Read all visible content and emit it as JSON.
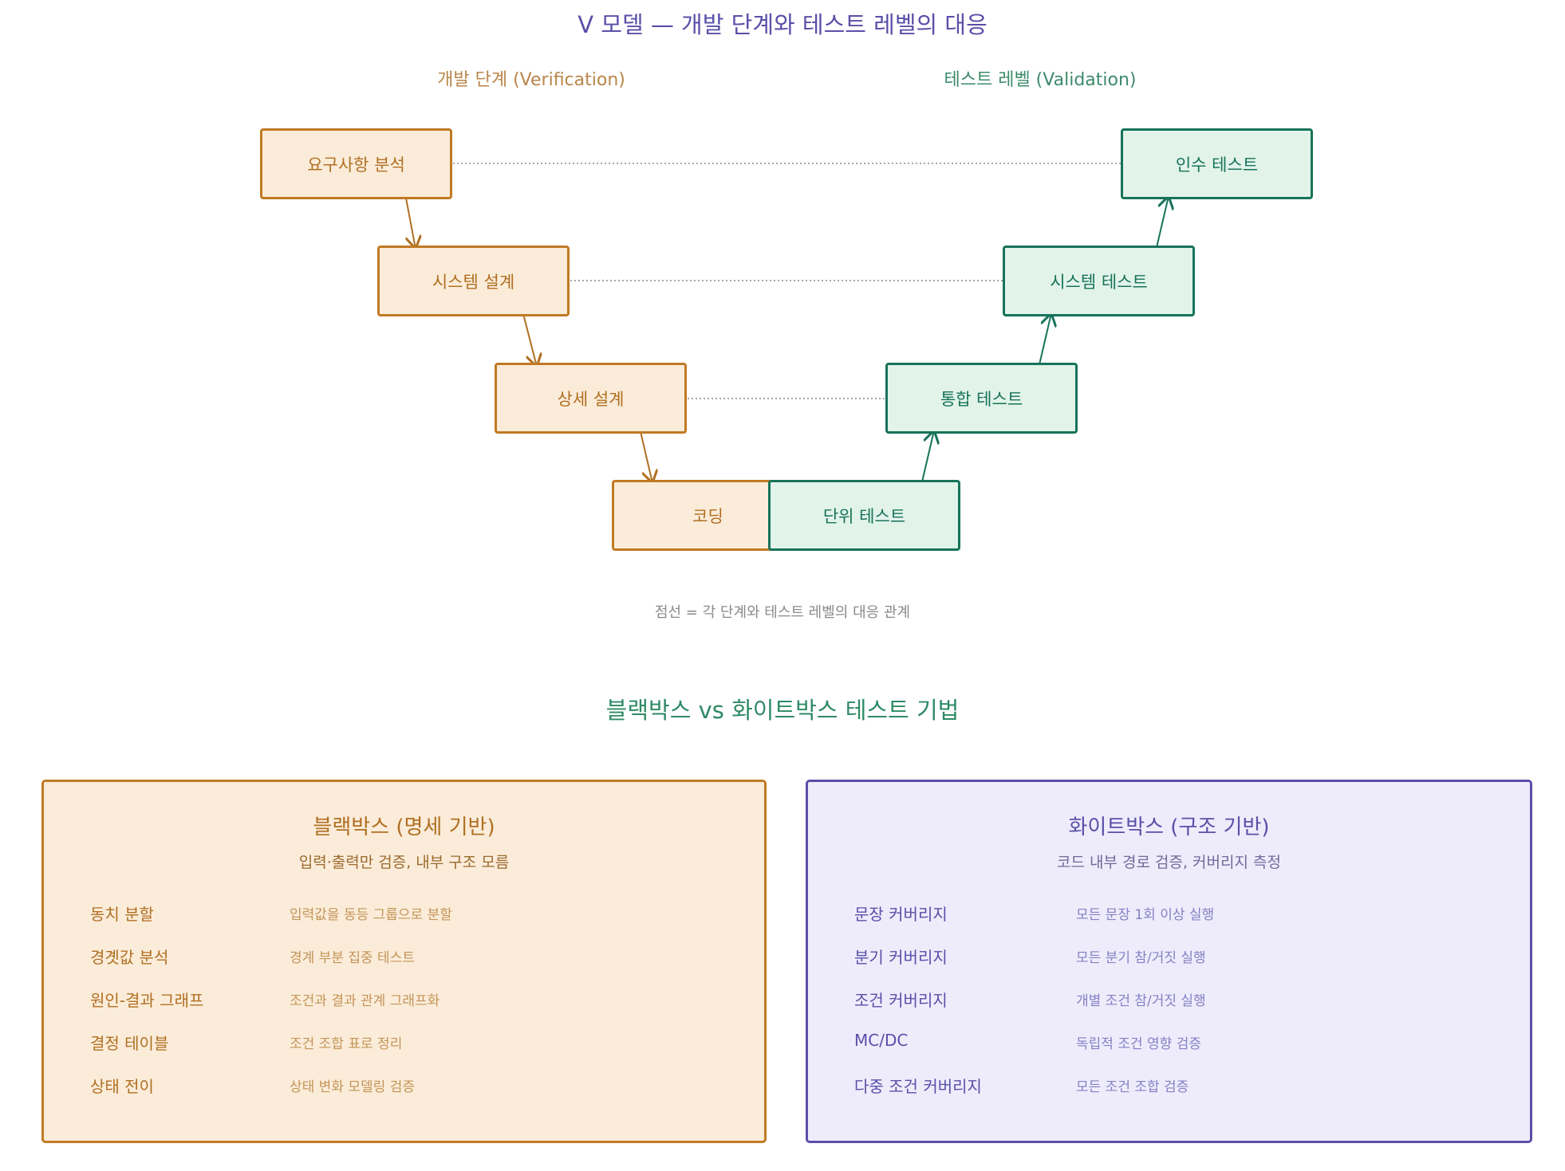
{
  "title": "V 모델 — 개발 단계와 테스트 레벨의 대응",
  "columns": {
    "dev": "개발 단계 (Verification)",
    "test": "테스트 레벨 (Validation)"
  },
  "dev_stages": [
    "요구사항 분석",
    "시스템 설계",
    "상세 설계",
    "코딩"
  ],
  "test_levels": [
    "인수 테스트",
    "시스템 테스트",
    "통합 테스트",
    "단위 테스트"
  ],
  "note": "점선 = 각 단계와 테스트 레벨의 대응 관계",
  "section_title": "블랙박스 vs 화이트박스 테스트 기법",
  "blackbox": {
    "title": "블랙박스 (명세 기반)",
    "subtitle": "입력·출력만 검증, 내부 구조 모름",
    "rows": [
      {
        "name": "동치 분할",
        "desc": "입력값을 동등 그룹으로 분할"
      },
      {
        "name": "경곗값 분석",
        "desc": "경계 부분 집중 테스트"
      },
      {
        "name": "원인-결과 그래프",
        "desc": "조건과 결과 관계 그래프화"
      },
      {
        "name": "결정 테이블",
        "desc": "조건 조합 표로 정리"
      },
      {
        "name": "상태 전이",
        "desc": "상태 변화 모델링 검증"
      }
    ]
  },
  "whitebox": {
    "title": "화이트박스 (구조 기반)",
    "subtitle": "코드 내부 경로 검증, 커버리지 측정",
    "rows": [
      {
        "name": "문장 커버리지",
        "desc": "모든 문장 1회 이상 실행"
      },
      {
        "name": "분기 커버리지",
        "desc": "모든 분기 참/거짓 실행"
      },
      {
        "name": "조건 커버리지",
        "desc": "개별 조건 참/거짓 실행"
      },
      {
        "name": "MC/DC",
        "desc": "독립적 조건 영향 검증"
      },
      {
        "name": "다중 조건 커버리지",
        "desc": "모든 조건 조합 검증"
      }
    ]
  },
  "colors": {
    "title": "#5a4fa8",
    "dev_border": "#c07a24",
    "dev_fill": "#fbecd9",
    "test_border": "#17735a",
    "test_fill": "#e2f3ea",
    "white_border": "#5a4fa8",
    "white_fill": "#eeecfb"
  }
}
